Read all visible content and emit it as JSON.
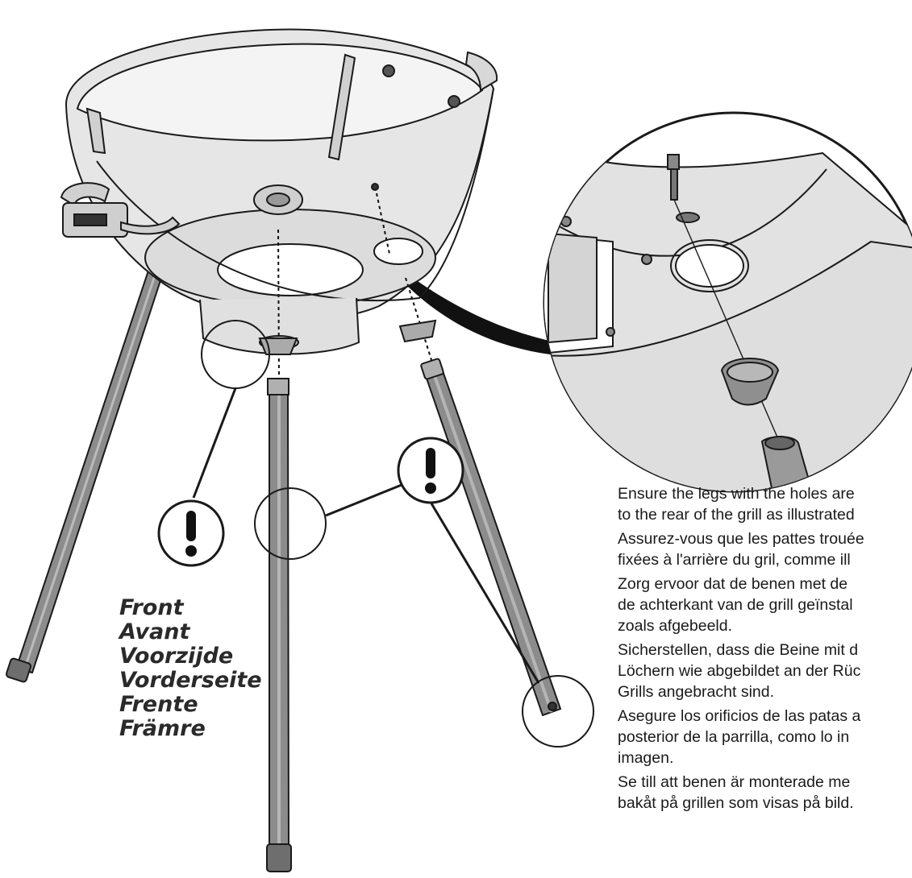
{
  "front_labels": [
    "Front",
    "Avant",
    "Voorzijde",
    "Vorderseite",
    "Frente",
    "Främre"
  ],
  "instructions": [
    [
      "Ensure the legs with the holes are",
      "to the rear of the grill as illustrated"
    ],
    [
      "Assurez-vous que les pattes trouée",
      "fixées à l'arrière du gril, comme ill"
    ],
    [
      "Zorg ervoor dat de benen met de",
      "de achterkant van de grill geïnstal",
      "zoals afgebeeld."
    ],
    [
      "Sicherstellen, dass die Beine mit d",
      "Löchern wie abgebildet an der Rüc",
      "Grills angebracht sind."
    ],
    [
      "Asegure los orificios de las patas a",
      "posterior de la parrilla, como lo in",
      "imagen."
    ],
    [
      "Se till att benen är monterade me",
      "bakåt på grillen som visas på bild."
    ]
  ],
  "icons": {
    "warning": "exclamation-icon"
  },
  "colors": {
    "line": "#1a1a1a",
    "bowl_fill": "#e6e6e6",
    "bowl_inner": "#d8d8d8",
    "leg_fill": "#8c8c8c",
    "text": "#2a2a2a"
  }
}
